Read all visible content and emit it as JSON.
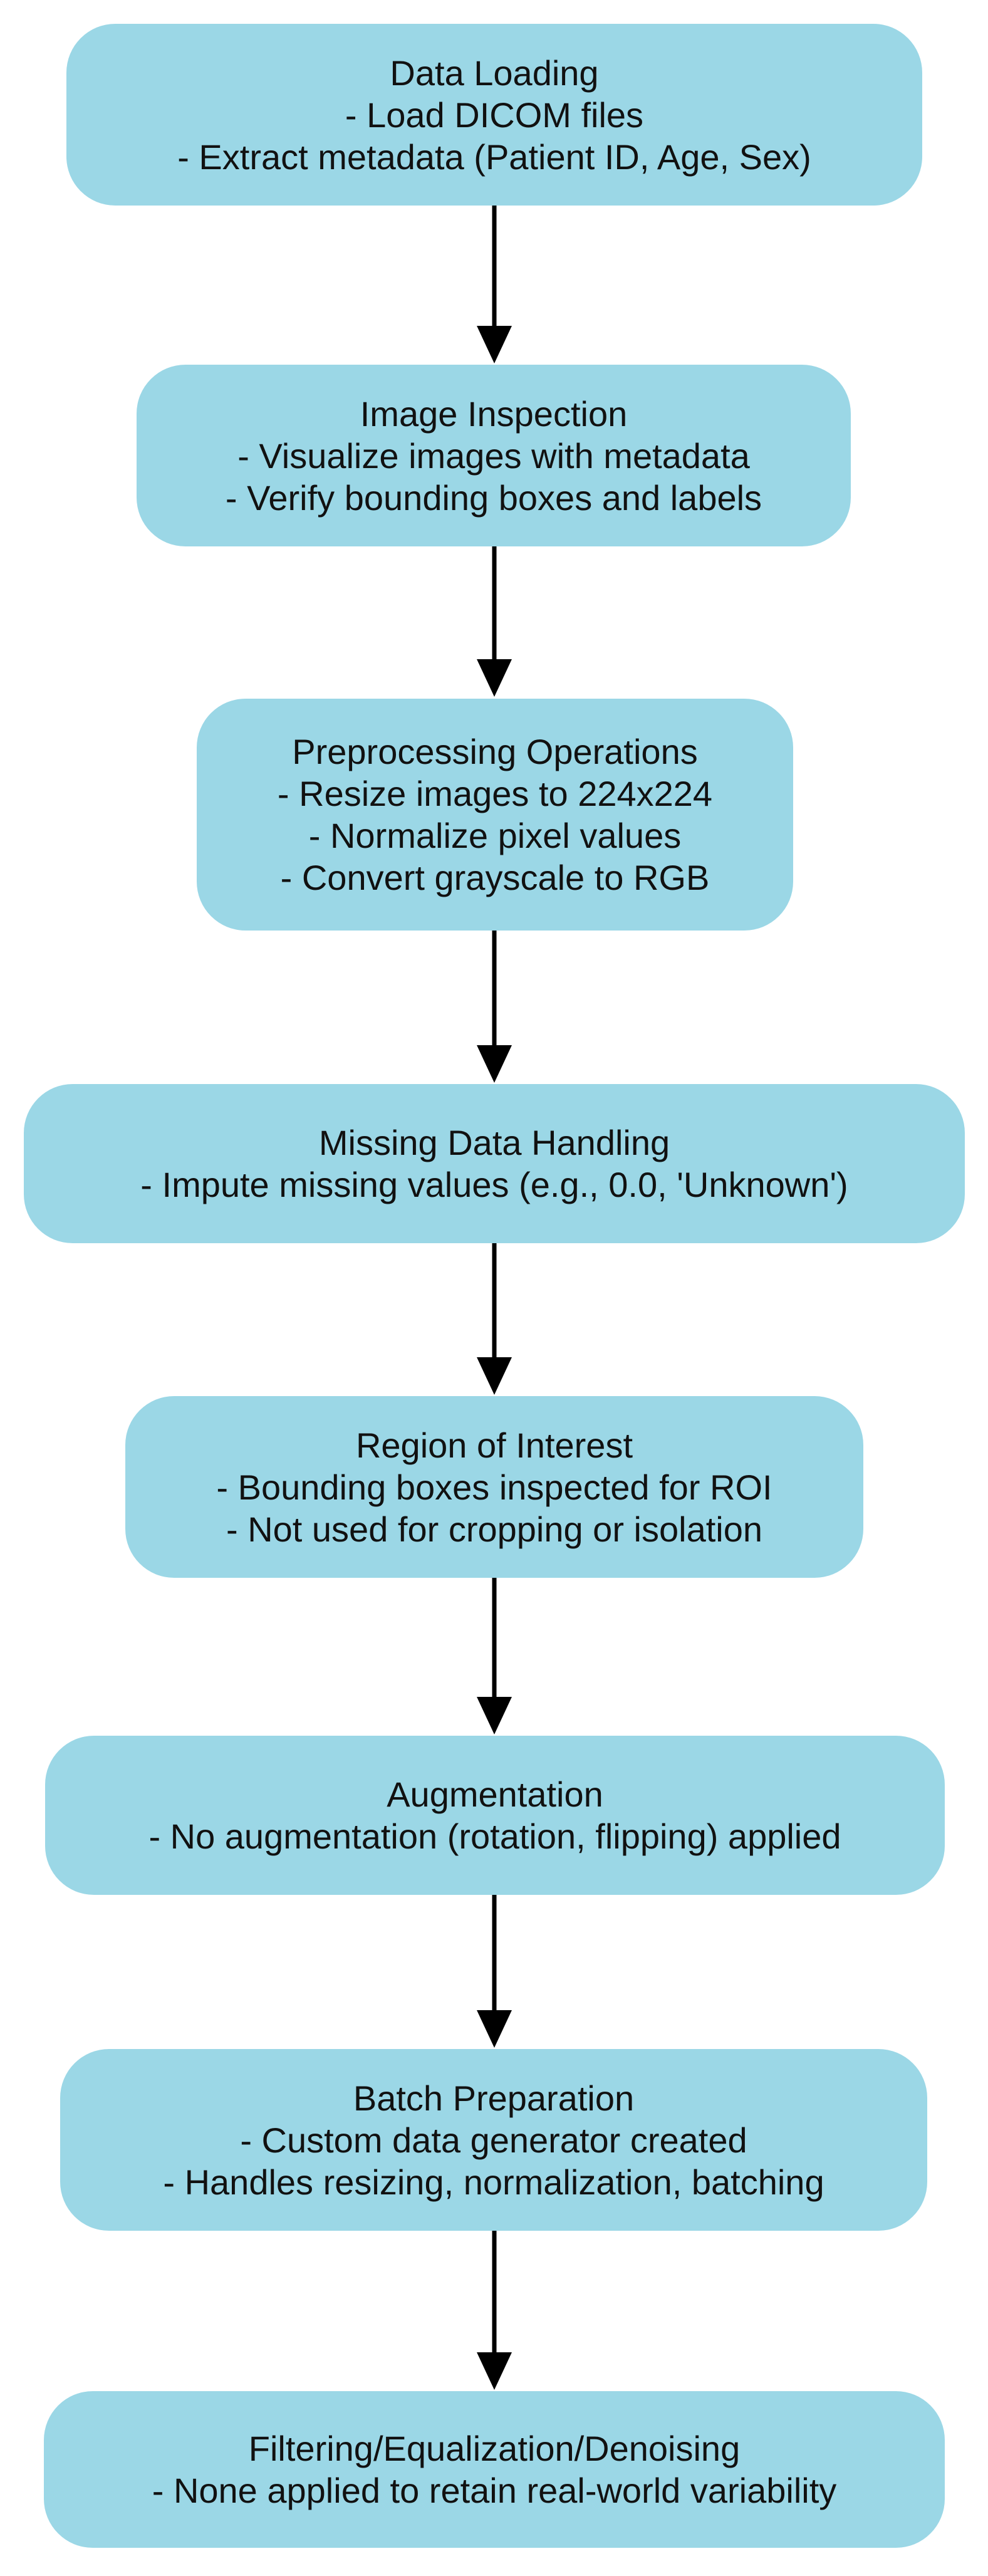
{
  "diagram": {
    "nodes": [
      {
        "id": "n1",
        "title": "Data Loading",
        "lines": [
          "- Load DICOM files",
          "- Extract metadata (Patient ID, Age, Sex)"
        ]
      },
      {
        "id": "n2",
        "title": "Image Inspection",
        "lines": [
          "- Visualize images with metadata",
          "- Verify bounding boxes and labels"
        ]
      },
      {
        "id": "n3",
        "title": "Preprocessing Operations",
        "lines": [
          "- Resize images to 224x224",
          "- Normalize pixel values",
          "- Convert grayscale to RGB"
        ]
      },
      {
        "id": "n4",
        "title": "Missing Data Handling",
        "lines": [
          "- Impute missing values (e.g., 0.0, 'Unknown')"
        ]
      },
      {
        "id": "n5",
        "title": "Region of Interest",
        "lines": [
          "- Bounding boxes inspected for ROI",
          "- Not used for cropping or isolation"
        ]
      },
      {
        "id": "n6",
        "title": "Augmentation",
        "lines": [
          "- No augmentation (rotation, flipping) applied"
        ]
      },
      {
        "id": "n7",
        "title": "Batch Preparation",
        "lines": [
          "- Custom data generator created",
          "- Handles resizing, normalization, batching"
        ]
      },
      {
        "id": "n8",
        "title": "Filtering/Equalization/Denoising",
        "lines": [
          "- None applied to retain real-world variability"
        ]
      }
    ],
    "edges": [
      {
        "from": "n1",
        "to": "n2"
      },
      {
        "from": "n2",
        "to": "n3"
      },
      {
        "from": "n3",
        "to": "n4"
      },
      {
        "from": "n4",
        "to": "n5"
      },
      {
        "from": "n5",
        "to": "n6"
      },
      {
        "from": "n6",
        "to": "n7"
      },
      {
        "from": "n7",
        "to": "n8"
      }
    ],
    "colors": {
      "node_fill": "#9bd7e6",
      "text": "#111111",
      "arrow": "#000000",
      "background": "#ffffff"
    }
  }
}
